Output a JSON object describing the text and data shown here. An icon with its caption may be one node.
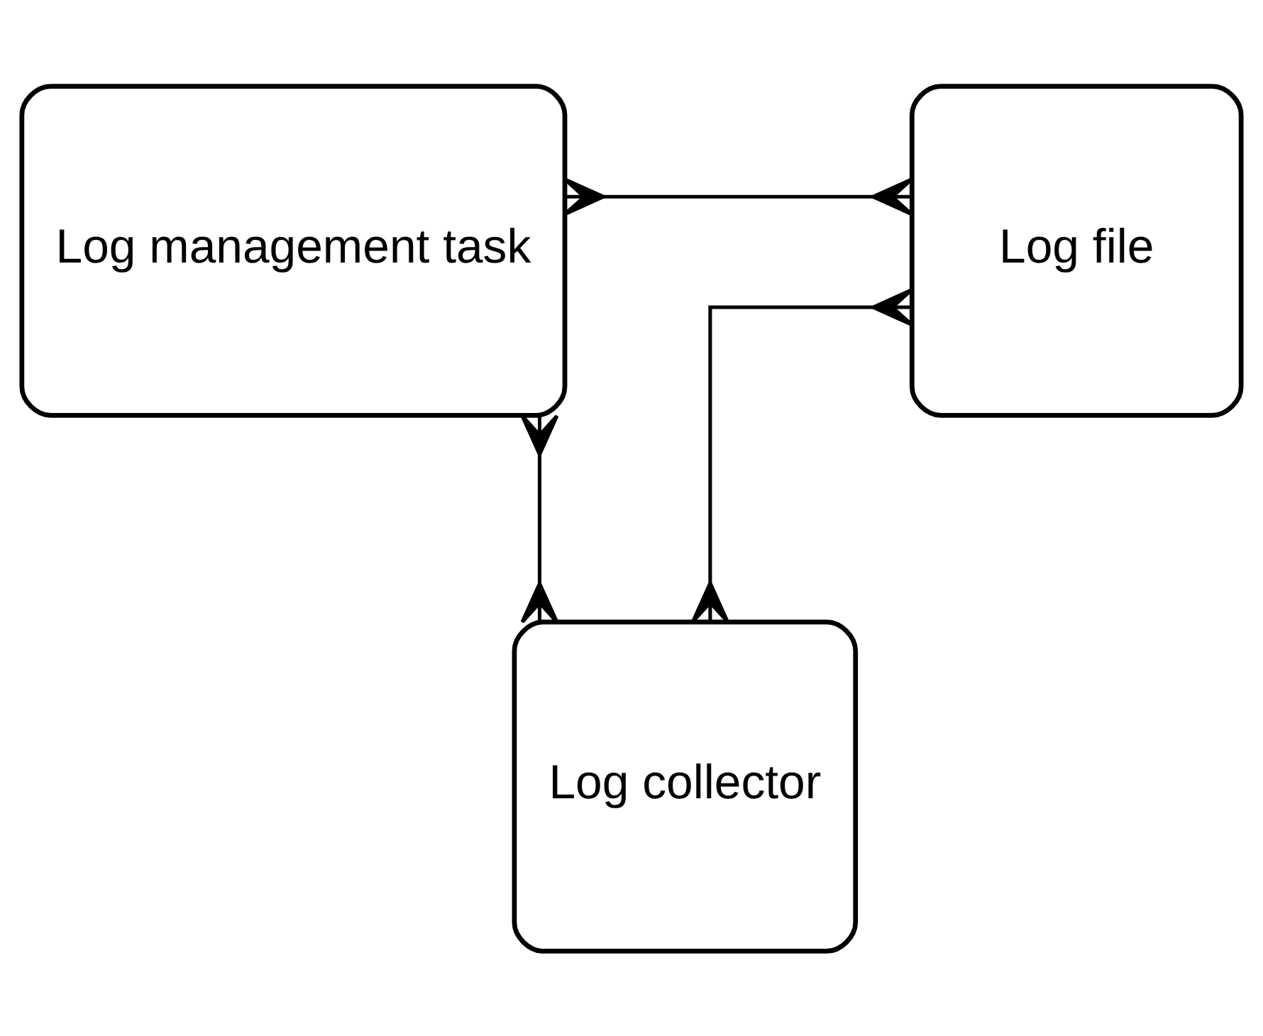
{
  "diagram": {
    "nodes": [
      {
        "text": [
          "Log management task"
        ]
      },
      {
        "text": [
          "Log file"
        ]
      },
      {
        "text": [
          "Log collector"
        ]
      }
    ],
    "edges": [
      {
        "from": 0,
        "to": 1,
        "arrow": "other"
      },
      {
        "from": 0,
        "to": 2,
        "arrow": "other"
      },
      {
        "from": 1,
        "to": 2,
        "arrow": "other"
      }
    ]
  }
}
